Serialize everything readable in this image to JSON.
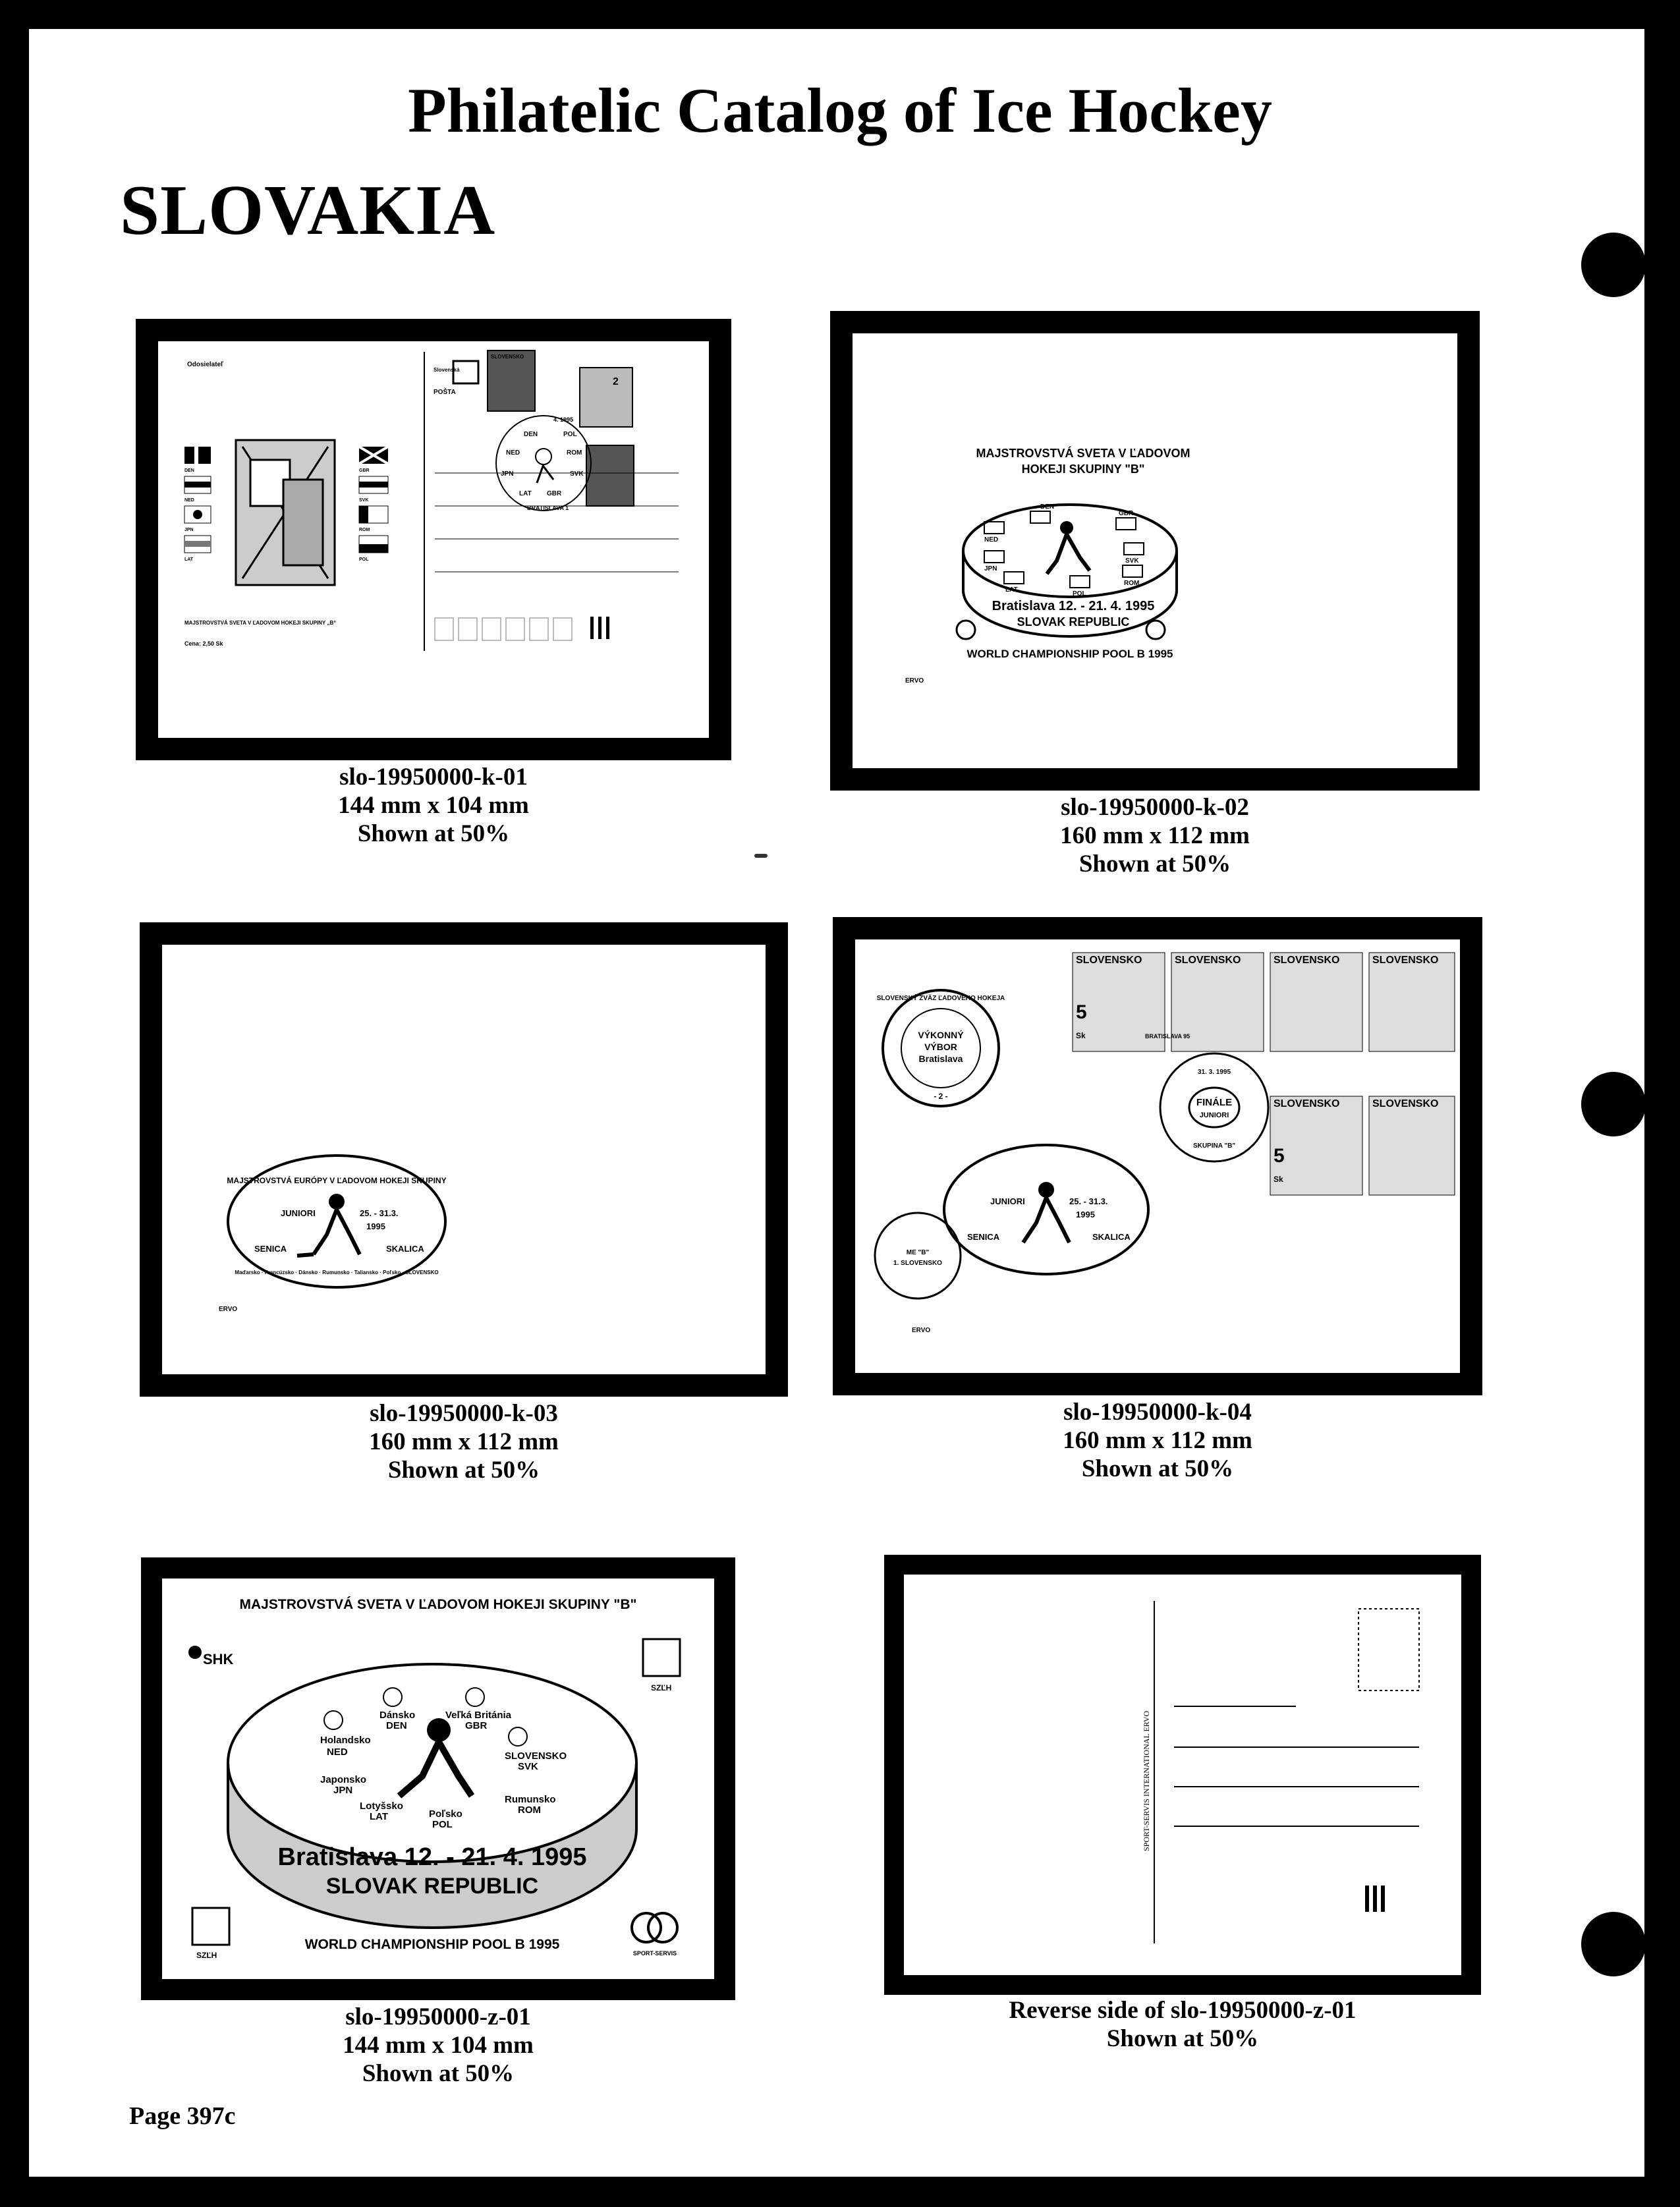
{
  "header": {
    "title": "Philatelic Catalog of Ice Hockey",
    "country": "SLOVAKIA"
  },
  "items": [
    {
      "id": "slo-19950000-k-01",
      "size": "144 mm x 104 mm",
      "scale": "Shown at 50%",
      "card_text": {
        "sender": "Odosielateľ",
        "posta": "POŠTA",
        "brand": "Slovenská",
        "value": "2",
        "stamp_country": "SLOVENSKO",
        "cancel_date": "4. 1995",
        "cancel_city": "BRATISLAVA 1",
        "teams": [
          "DEN",
          "POL",
          "NED",
          "ROM",
          "JPN",
          "SVK",
          "LAT",
          "GBR"
        ],
        "flag_labels": [
          "DEN",
          "GBR",
          "NED",
          "SVK",
          "JPN",
          "ROM",
          "LAT",
          "POL"
        ],
        "imprint": "MAJSTROVSTVÁ SVETA V ĽADOVOM HOKEJI SKUPINY „B“",
        "price": "Cena: 2,50 Sk"
      }
    },
    {
      "id": "slo-19950000-k-02",
      "size": "160 mm x 112 mm",
      "scale": "Shown at 50%",
      "card_text": {
        "line1": "MAJSTROVSTVÁ SVETA V ĽADOVOM",
        "line2": "HOKEJI SKUPINY \"B\"",
        "teams": [
          "DEN",
          "GBR",
          "NED",
          "SVK",
          "JPN",
          "LAT",
          "ROM",
          "POL"
        ],
        "city": "Bratislava 12. - 21. 4. 1995",
        "country": "SLOVAK REPUBLIC",
        "footer": "WORLD CHAMPIONSHIP POOL B 1995",
        "maker": "ERVO"
      }
    },
    {
      "id": "slo-19950000-k-03",
      "size": "160 mm x 112 mm",
      "scale": "Shown at 50%",
      "card_text": {
        "arc": "MAJSTROVSTVÁ EURÓPY V ĽADOVOM HOKEJI SKUPINY",
        "juniori": "JUNIORI",
        "dates": "25. - 31.3.",
        "year": "1995",
        "cities": [
          "SENICA",
          "SKALICA"
        ],
        "nations": "Maďarsko · Francúzsko · Dánsko · Rumunsko · Taliansko · Poľsko · SLOVENSKO",
        "maker": "ERVO"
      }
    },
    {
      "id": "slo-19950000-k-04",
      "size": "160 mm x 112 mm",
      "scale": "Shown at 50%",
      "card_text": {
        "stamp_country": "SLOVENSKO",
        "stamp_value": "5",
        "stamp_unit": "Sk",
        "stamp_city": "BRATISLAVA 95",
        "union": "SLOVENSKÝ ZVÄZ ĽADOVÉHO HOKEJA",
        "union_mid": [
          "VÝKONNÝ",
          "VÝBOR",
          "Bratislava"
        ],
        "union_num": "- 2 -",
        "final": "FINÁLE",
        "juniori": "JUNIORI",
        "group": "SKUPINA \"B\"",
        "date": "31. 3. 1995",
        "me": "ME \"B\"",
        "slovensko1": "1. SLOVENSKO",
        "juniori_label": "JUNIORI",
        "dates": "25. - 31.3.",
        "year": "1995",
        "cities": [
          "SENICA",
          "SKALICA"
        ],
        "maker": "ERVO"
      }
    },
    {
      "id": "slo-19950000-z-01",
      "size": "144 mm x 104 mm",
      "scale": "Shown at 50%",
      "card_text": {
        "header": "MAJSTROVSTVÁ SVETA V ĽADOVOM HOKEJI SKUPINY \"B\"",
        "shk": "SHK",
        "szeh": "SZĽH",
        "nations": [
          {
            "name": "Dánsko",
            "code": "DEN"
          },
          {
            "name": "Veľká Británia",
            "code": "GBR"
          },
          {
            "name": "Holandsko",
            "code": "NED"
          },
          {
            "name": "SLOVENSKO",
            "code": "SVK"
          },
          {
            "name": "Japonsko",
            "code": "JPN"
          },
          {
            "name": "Rumunsko",
            "code": "ROM"
          },
          {
            "name": "Lotyšsko",
            "code": "LAT"
          },
          {
            "name": "Poľsko",
            "code": "POL"
          }
        ],
        "city": "Bratislava 12. - 21. 4. 1995",
        "country": "SLOVAK REPUBLIC",
        "footer": "WORLD CHAMPIONSHIP POOL B 1995",
        "sponsor": "SPORT-SERVIS"
      }
    }
  ],
  "reverse": {
    "caption": "Reverse side of slo-19950000-z-01",
    "scale": "Shown at 50%",
    "side_text": "SPORT-SERVIS INTERNATIONAL ERVO"
  },
  "footer": {
    "page": "Page 397c"
  }
}
